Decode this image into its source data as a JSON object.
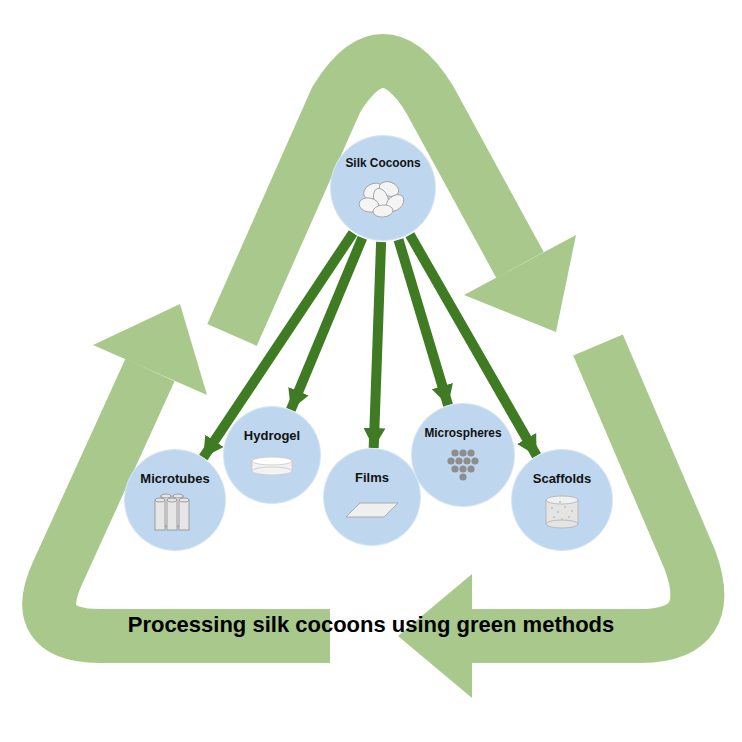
{
  "diagram": {
    "title": "Processing silk cocoons using green methods",
    "nodes": [
      {
        "text": [
          "Silk Cocoons"
        ]
      },
      {
        "text": [
          "Microtubes"
        ]
      },
      {
        "text": [
          "Hydrogel"
        ]
      },
      {
        "text": [
          "Films"
        ]
      },
      {
        "text": [
          "Microspheres"
        ]
      },
      {
        "text": [
          "Scaffolds"
        ]
      }
    ],
    "edges": [
      {
        "from": 0,
        "to": 1,
        "arrow": "to"
      },
      {
        "from": 0,
        "to": 2,
        "arrow": "to"
      },
      {
        "from": 0,
        "to": 3,
        "arrow": "to"
      },
      {
        "from": 0,
        "to": 4,
        "arrow": "to"
      },
      {
        "from": 0,
        "to": 5,
        "arrow": "to"
      }
    ]
  }
}
